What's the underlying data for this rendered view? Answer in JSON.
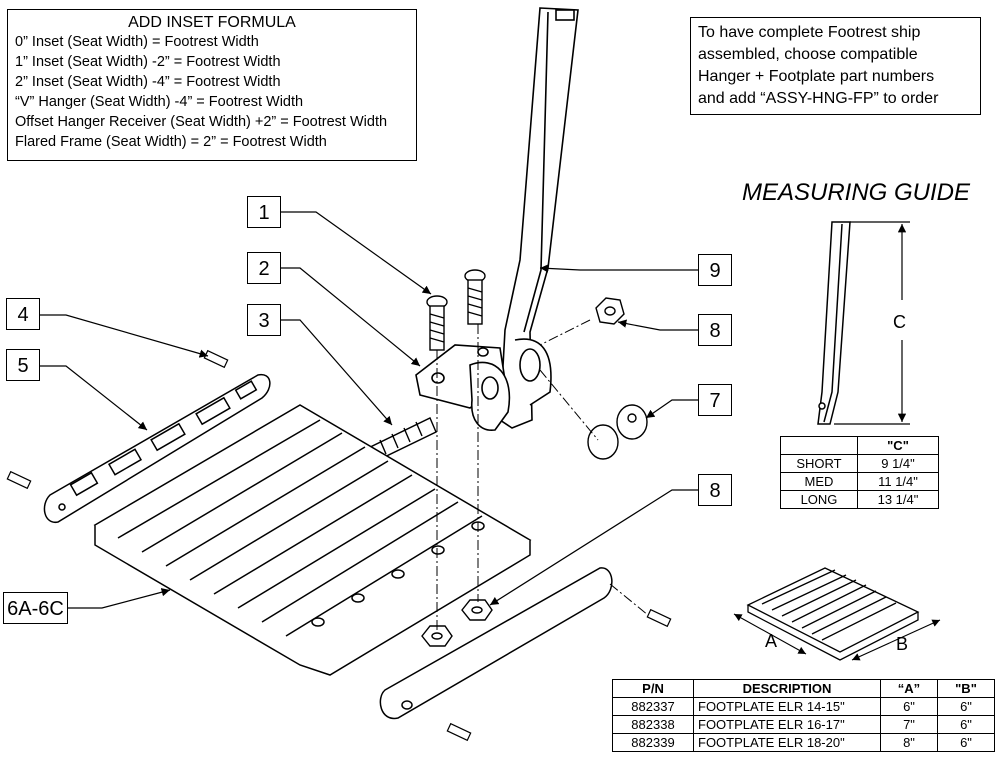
{
  "formula": {
    "title": "ADD INSET FORMULA",
    "lines": [
      "0” Inset (Seat Width) = Footrest Width",
      "1” Inset (Seat Width) -2” = Footrest Width",
      "2” Inset (Seat Width) -4” = Footrest Width",
      "“V” Hanger (Seat Width) -4” = Footrest Width",
      "Offset Hanger Receiver (Seat Width) +2” = Footrest Width",
      "Flared Frame (Seat Width) = 2” = Footrest Width"
    ]
  },
  "note": {
    "lines": [
      "To have complete Footrest ship",
      "assembled, choose compatible",
      "Hanger + Footplate part numbers",
      "and add “ASSY-HNG-FP” to order"
    ]
  },
  "measuring_guide": {
    "title": "MEASURING GUIDE",
    "dim_label": "C",
    "table": {
      "header_c": "\"C\"",
      "rows": [
        {
          "name": "SHORT",
          "c": "9 1/4\""
        },
        {
          "name": "MED",
          "c": "11 1/4\""
        },
        {
          "name": "LONG",
          "c": "13 1/4\""
        }
      ]
    }
  },
  "footplate_dims": {
    "a": "A",
    "b": "B"
  },
  "callouts": {
    "c1": "1",
    "c2": "2",
    "c3": "3",
    "c4": "4",
    "c5": "5",
    "c6": "6A-6C",
    "c7": "7",
    "c8a": "8",
    "c8b": "8",
    "c9": "9"
  },
  "parts_table": {
    "headers": [
      "P/N",
      "DESCRIPTION",
      "“A”",
      "\"B\""
    ],
    "rows": [
      {
        "pn": "882337",
        "desc": "FOOTPLATE ELR 14-15\"",
        "a": "6\"",
        "b": "6\""
      },
      {
        "pn": "882338",
        "desc": "FOOTPLATE ELR 16-17\"",
        "a": "7\"",
        "b": "6\""
      },
      {
        "pn": "882339",
        "desc": "FOOTPLATE ELR 18-20\"",
        "a": "8\"",
        "b": "6\""
      }
    ]
  }
}
